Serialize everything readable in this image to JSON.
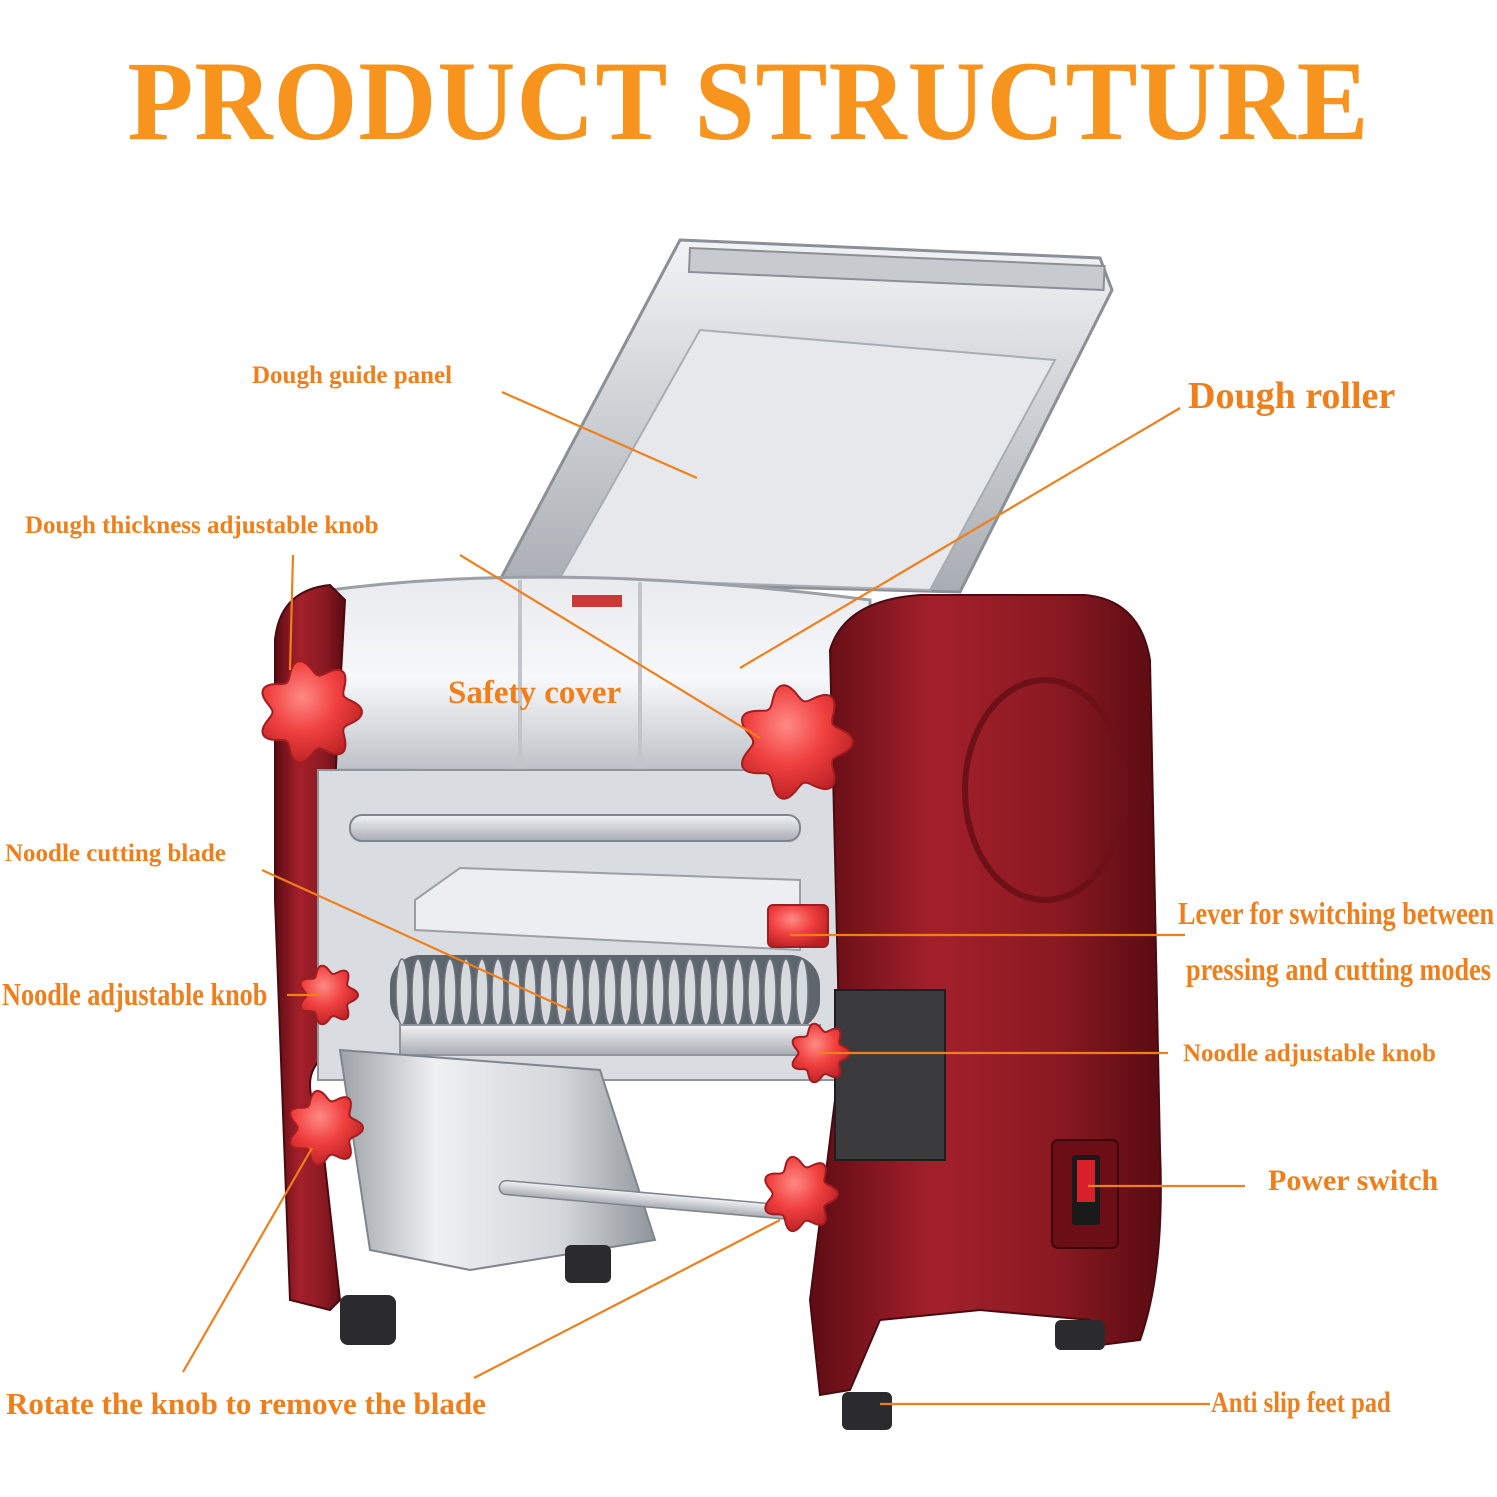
{
  "title": "PRODUCT STRUCTURE",
  "labels": {
    "dough_guide_panel": "Dough guide panel",
    "dough_roller": "Dough roller",
    "dough_thickness_knob": "Dough thickness adjustable knob",
    "safety_cover": "Safety cover",
    "noodle_cutting_blade": "Noodle cutting blade",
    "lever_line1": "Lever for switching between",
    "lever_line2": "pressing and cutting modes",
    "noodle_knob_left": "Noodle adjustable knob",
    "noodle_knob_right": "Noodle adjustable knob",
    "power_switch": "Power switch",
    "rotate_knob": "Rotate the knob to remove the blade",
    "anti_slip": "Anti slip feet pad"
  },
  "colors": {
    "label": "#f07f1b",
    "title": "#f7941d",
    "body_red": "#9c1c26",
    "knob_red": "#ef3d3f",
    "steel": "#c9ccd0"
  }
}
